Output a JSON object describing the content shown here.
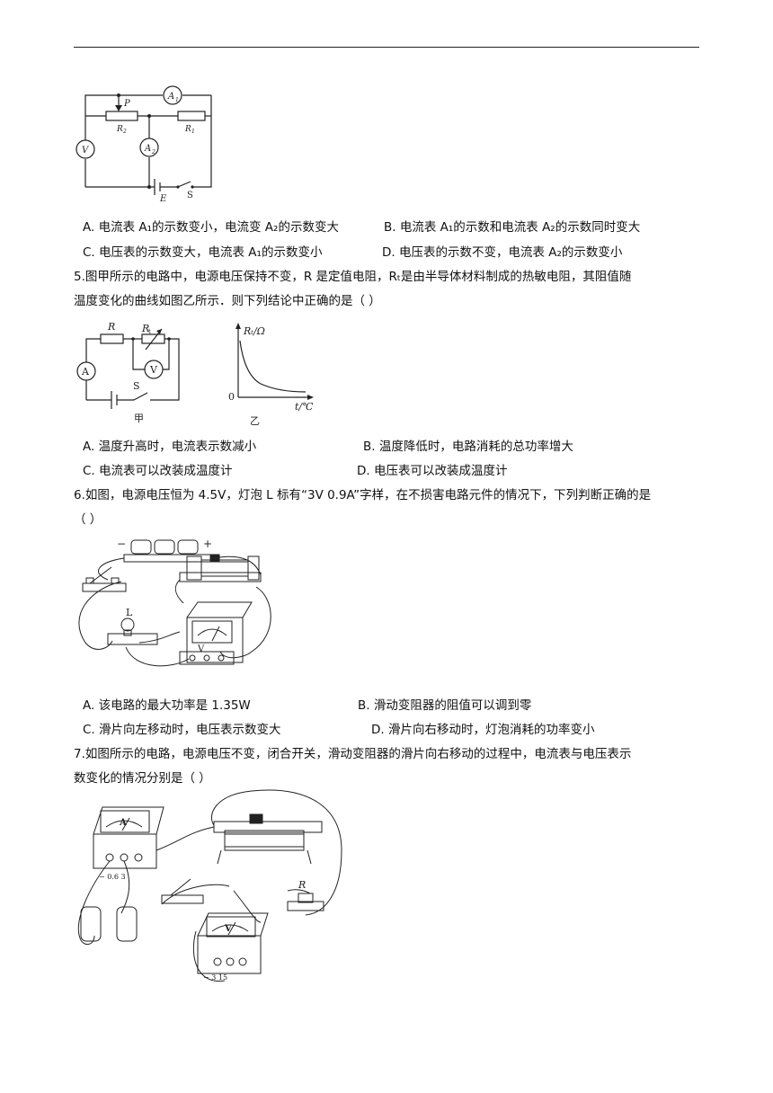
{
  "q4": {
    "fig": {
      "a1": "A",
      "a1_sub": "1",
      "a2": "A",
      "a2_sub": "2",
      "v": "V",
      "p": "P",
      "r2": "R",
      "r2_sub": "2",
      "r1": "R",
      "r1_sub": "1",
      "e": "E",
      "s": "S"
    },
    "opt_a": "A. 电流表 A₁的示数变小，电流变 A₂的示数变大",
    "opt_b": "B. 电流表 A₁的示数和电流表 A₂的示数同时变大",
    "opt_c": "C. 电压表的示数变大，电流表 A₁的示数变小",
    "opt_d": "D. 电压表的示数不变，电流表 A₂的示数变小"
  },
  "q5": {
    "stem_line1": "5.图甲所示的电路中，电源电压保持不变，R 是定值电阻，Rₜ是由半导体材料制成的热敏电阻，其阻值随",
    "stem_line2": "温度变化的曲线如图乙所示．则下列结论中正确的是（    ）",
    "fig_jia": {
      "r": "R",
      "rt": "R",
      "rt_sub": "t",
      "a": "A",
      "v": "V",
      "s": "S",
      "caption": "甲"
    },
    "fig_yi": {
      "ylabel": "Rₜ/Ω",
      "xlabel": "t/℃",
      "origin": "0",
      "caption": "乙"
    },
    "opt_a": "A. 温度升高时，电流表示数减小",
    "opt_b": "B. 温度降低时，电路消耗的总功率增大",
    "opt_c": "C. 电流表可以改装成温度计",
    "opt_d": "D. 电压表可以改装成温度计"
  },
  "q6": {
    "stem_line1": "6.如图，电源电压恒为 4.5V，灯泡 L 标有“3V 0.9A”字样，在不损害电路元件的情况下，下列判断正确的是",
    "stem_line2": "（    ）",
    "fig": {
      "minus": "−",
      "plus": "+",
      "l": "L",
      "v": "V"
    },
    "opt_a": "A. 该电路的最大功率是 1.35W",
    "opt_b": "B. 滑动变阻器的阻值可以调到零",
    "opt_c": "C. 滑片向左移动时，电压表示数变大",
    "opt_d": "D. 滑片向右移动时，灯泡消耗的功率变小"
  },
  "q7": {
    "stem_line1": "7.如图所示的电路，电源电压不变，闭合开关，滑动变阻器的滑片向右移动的过程中，电流表与电压表示",
    "stem_line2": "数变化的情况分别是（        ）",
    "fig": {
      "a": "A",
      "a_terms": "−  0.6  3",
      "r": "R",
      "v": "V",
      "v_terms": "−   3  15"
    }
  }
}
